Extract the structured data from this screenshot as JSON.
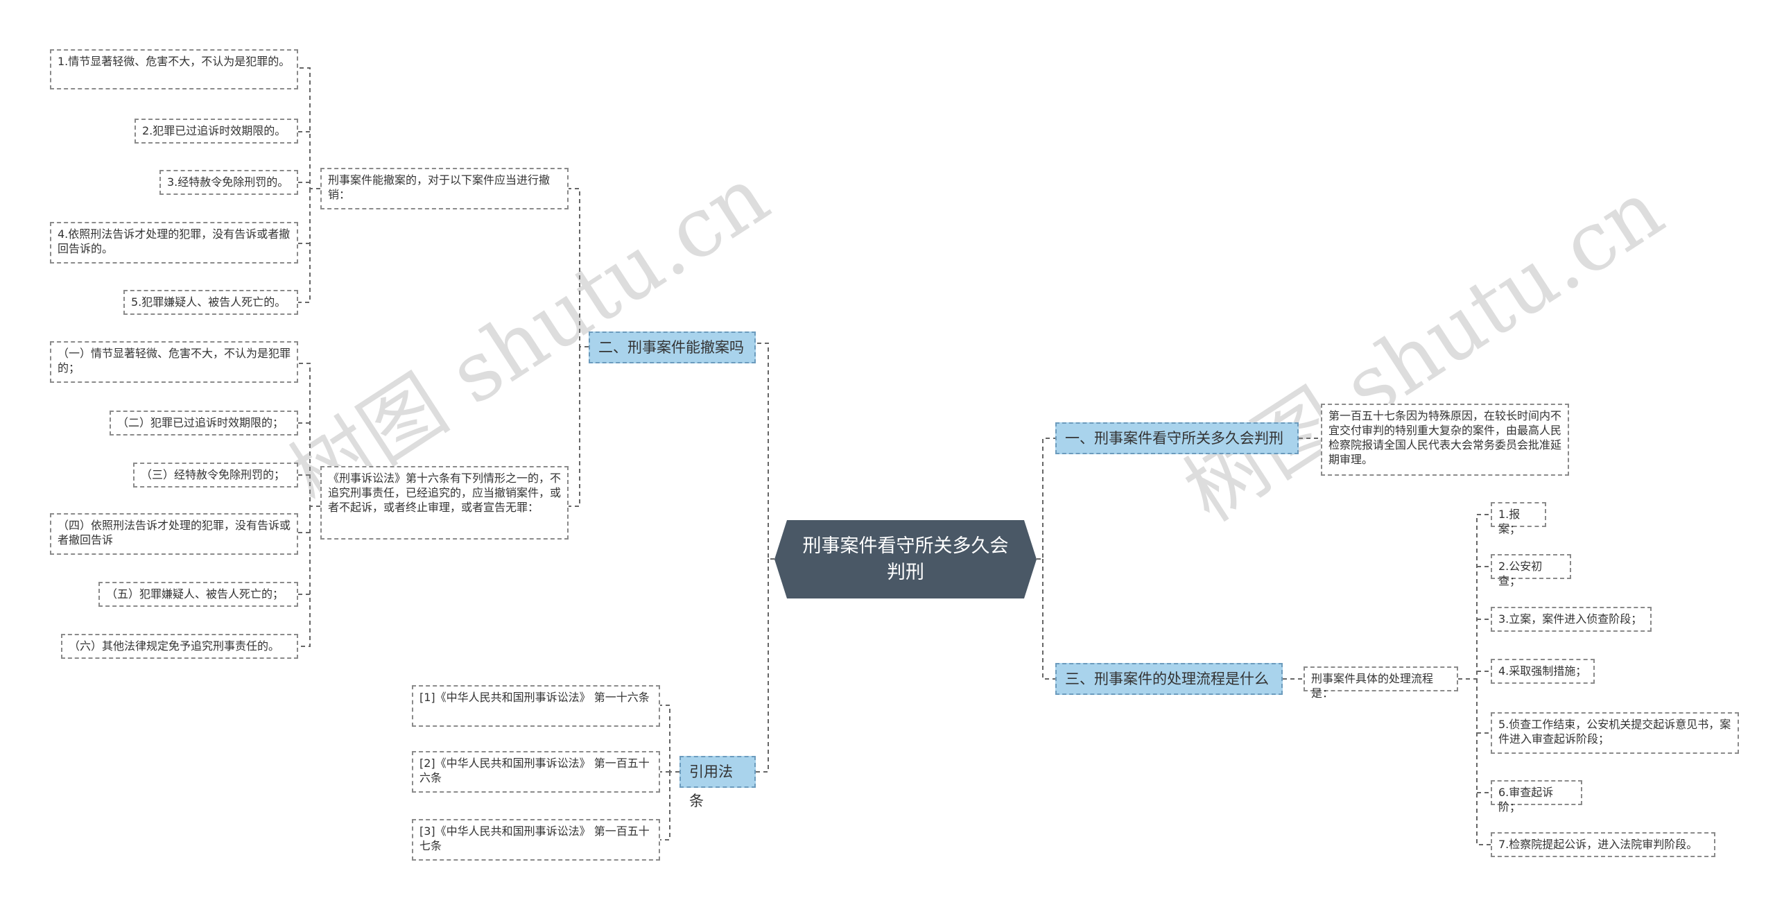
{
  "watermark": "树图 shutu.cn",
  "root": {
    "label": "刑事案件看守所关多久会判刑"
  },
  "branches": {
    "b1": {
      "label": "一、刑事案件看守所关多久会判刑",
      "detail": "第一百五十七条因为特殊原因，在较长时间内不宜交付审判的特别重大复杂的案件，由最高人民检察院报请全国人民代表大会常务委员会批准延期审理。"
    },
    "b2": {
      "label": "二、刑事案件能撤案吗",
      "group1": {
        "label": "刑事案件能撤案的，对于以下案件应当进行撤销：",
        "items": [
          "1.情节显著轻微、危害不大，不认为是犯罪的。",
          "2.犯罪已过追诉时效期限的。",
          "3.经特赦令免除刑罚的。",
          "4.依照刑法告诉才处理的犯罪，没有告诉或者撤回告诉的。",
          "5.犯罪嫌疑人、被告人死亡的。"
        ]
      },
      "group2": {
        "label": "《刑事诉讼法》第十六条有下列情形之一的，不追究刑事责任，已经追究的，应当撤销案件，或者不起诉，或者终止审理，或者宣告无罪：",
        "items": [
          "（一）情节显著轻微、危害不大，不认为是犯罪的；",
          "（二）犯罪已过追诉时效期限的；",
          "（三）经特赦令免除刑罚的；",
          "（四）依照刑法告诉才处理的犯罪，没有告诉或者撤回告诉",
          "（五）犯罪嫌疑人、被告人死亡的；",
          "（六）其他法律规定免予追究刑事责任的。"
        ]
      }
    },
    "b3": {
      "label": "三、刑事案件的处理流程是什么",
      "sub": "刑事案件具体的处理流程是：",
      "items": [
        "1.报案；",
        "2.公安初查；",
        "3.立案，案件进入侦查阶段；",
        "4.采取强制措施；",
        "5.侦查工作结束，公安机关提交起诉意见书，案件进入审查起诉阶段；",
        "6.审查起诉阶；",
        "7.检察院提起公诉，进入法院审判阶段。"
      ]
    },
    "b4": {
      "label": "引用法条",
      "items": [
        "[1]《中华人民共和国刑事诉讼法》 第一十六条",
        "[2]《中华人民共和国刑事诉讼法》 第一百五十六条",
        "[3]《中华人民共和国刑事诉讼法》 第一百五十七条"
      ]
    }
  }
}
